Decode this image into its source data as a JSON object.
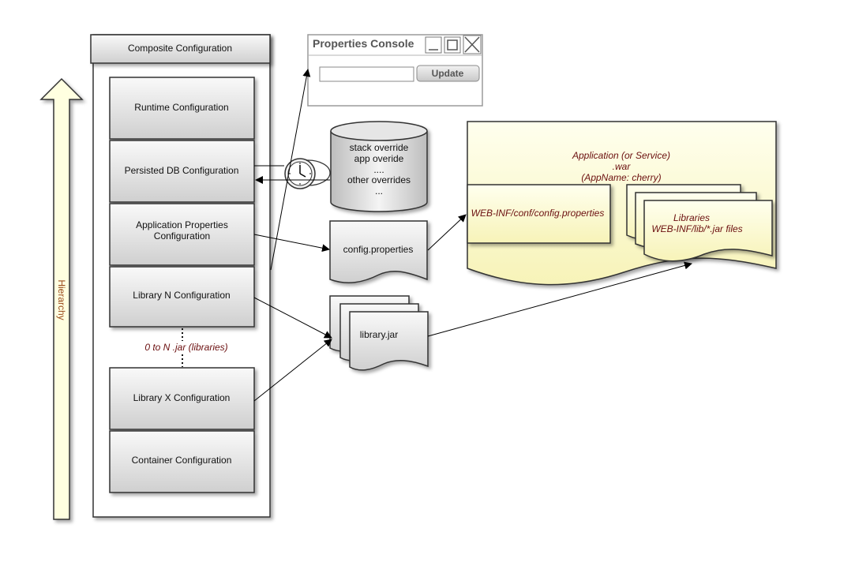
{
  "hierarchy_label": "Hierarchy",
  "composite": {
    "title": "Composite Configuration",
    "layers": [
      "Runtime Configuration",
      "Persisted DB Configuration",
      "Application Properties Configuration",
      "Library N Configuration",
      "Library X Configuration",
      "Container Configuration"
    ],
    "libraries_note": "0 to N .jar (libraries)"
  },
  "console": {
    "title": "Properties Console",
    "input_value": "",
    "update_label": "Update"
  },
  "database": {
    "lines": [
      "stack override",
      "app overide",
      "....",
      "other overrides",
      "..."
    ]
  },
  "config_doc": {
    "label": "config.properties"
  },
  "library_doc": {
    "label": "library.jar"
  },
  "application": {
    "title_lines": [
      "Application (or Service)",
      ".war",
      "(AppName: cherry)"
    ],
    "config_path": "WEB-INF/conf/config.properties",
    "libraries_lines": [
      "Libraries",
      "WEB-INF/lib/*.jar files"
    ]
  },
  "colors": {
    "box_fill_top": "#f7f7f7",
    "box_fill_bottom": "#d2d2d2",
    "note_fill": "#ffffd8",
    "arrow_fill": "#ffffe0",
    "italic_text": "#6b0f0f"
  }
}
